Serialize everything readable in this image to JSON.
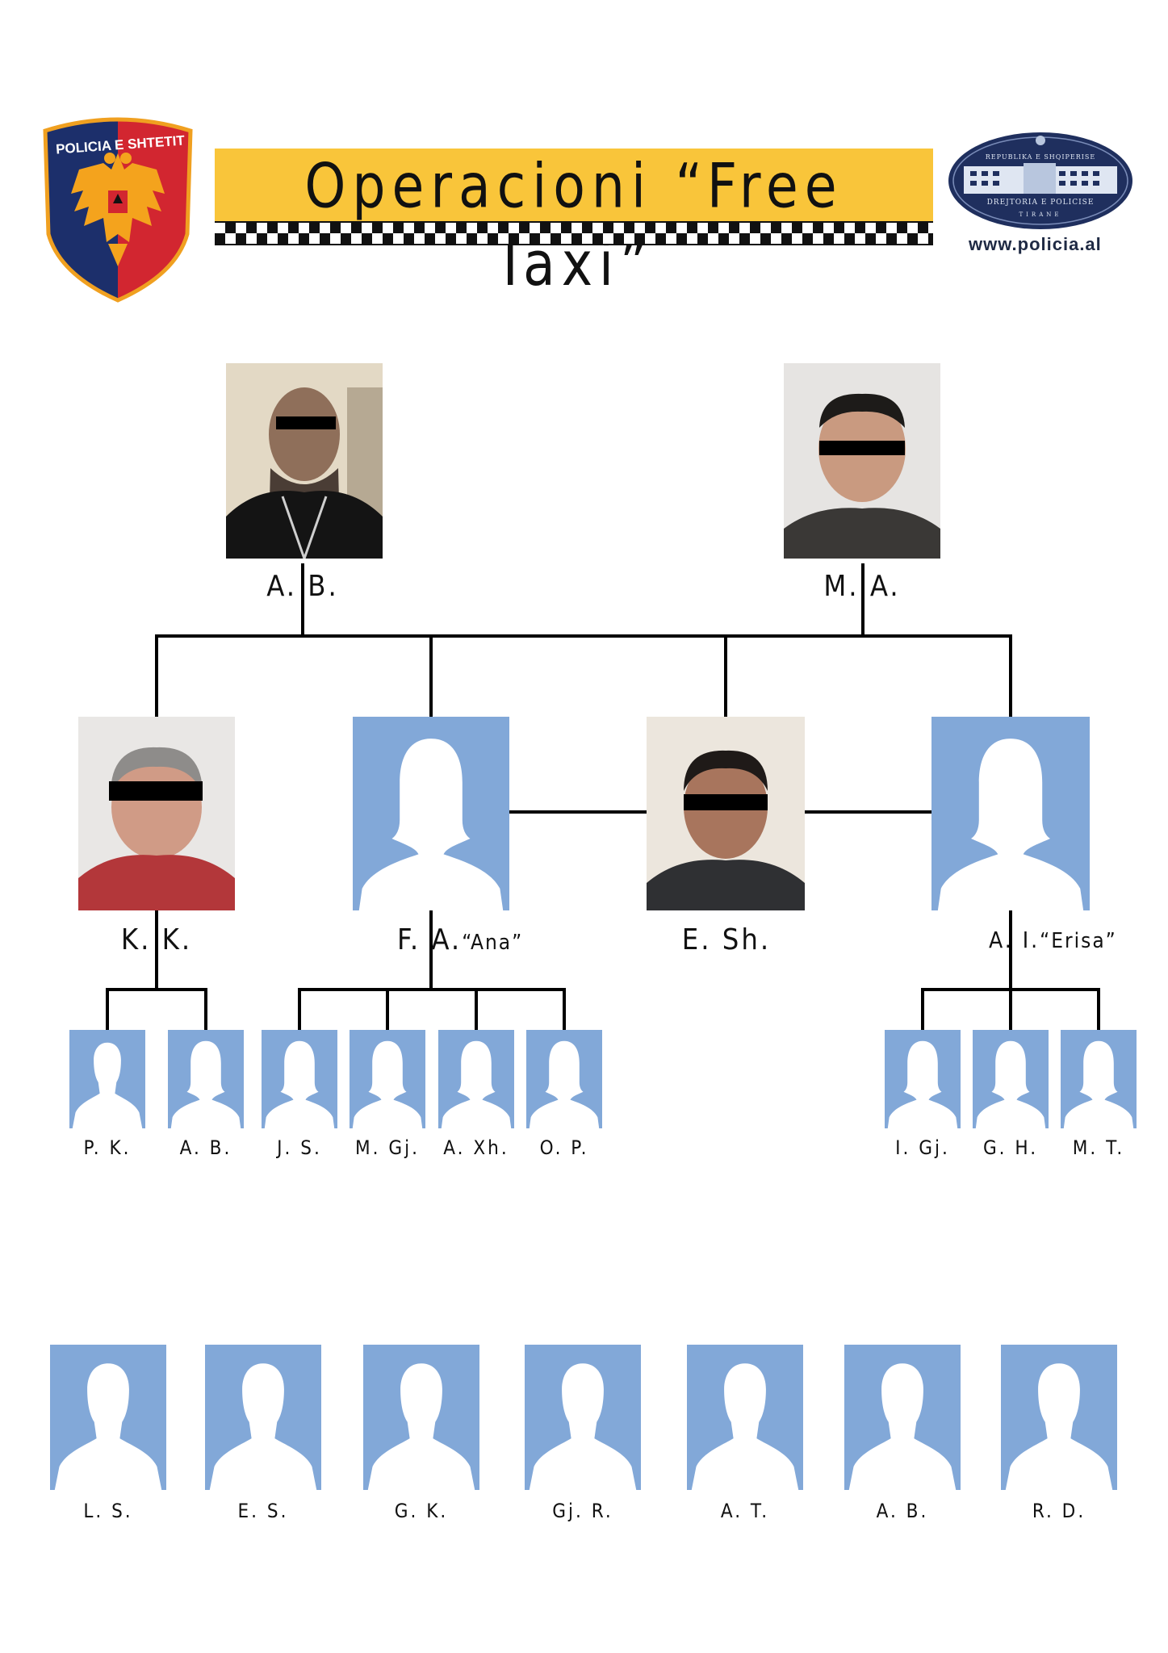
{
  "header": {
    "title": "Operacioni “Free Taxi”",
    "url": "www.policia.al",
    "badge_text": "POLICIA E SHTETIT",
    "seal_top": "REPUBLIKA E SHQIPERISE",
    "seal_bottom": "DREJTORIA E POLICISE",
    "seal_city": "TIRANE",
    "colors": {
      "banner": "#f9c53a",
      "silhouette": "#82a8d8",
      "badge_red": "#d22630",
      "badge_blue": "#1c2f6b"
    }
  },
  "leaders": [
    {
      "name": "A. B."
    },
    {
      "name": "M. A."
    }
  ],
  "level2": [
    {
      "name": "K. K.",
      "nick": ""
    },
    {
      "name": "F. A.",
      "nick": "“Ana”"
    },
    {
      "name": "E. Sh.",
      "nick": ""
    },
    {
      "name": "A. I.",
      "nick": "“Erisa”"
    }
  ],
  "level3_left": [
    {
      "name": "P. K."
    },
    {
      "name": "A. B."
    }
  ],
  "level3_mid": [
    {
      "name": "J. S."
    },
    {
      "name": "M. Gj."
    },
    {
      "name": "A. Xh."
    },
    {
      "name": "O. P."
    }
  ],
  "level3_right": [
    {
      "name": "I. Gj."
    },
    {
      "name": "G. H."
    },
    {
      "name": "M. T."
    }
  ],
  "bottom_row": [
    {
      "name": "L. S."
    },
    {
      "name": "E. S."
    },
    {
      "name": "G. K."
    },
    {
      "name": "Gj. R."
    },
    {
      "name": "A. T."
    },
    {
      "name": "A. B."
    },
    {
      "name": "R. D."
    }
  ]
}
